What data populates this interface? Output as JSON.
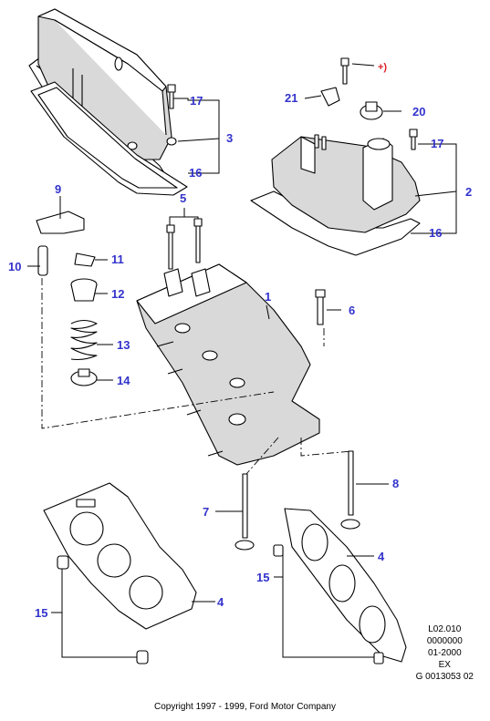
{
  "callouts": {
    "c1": "1",
    "c2": "2",
    "c3": "3",
    "c4a": "4",
    "c4b": "4",
    "c5": "5",
    "c6": "6",
    "c7": "7",
    "c8": "8",
    "c9": "9",
    "c10": "10",
    "c11": "11",
    "c12": "12",
    "c13": "13",
    "c14": "14",
    "c15a": "15",
    "c15b": "15",
    "c16a": "16",
    "c16b": "16",
    "c17a": "17",
    "c17b": "17",
    "c20": "20",
    "c21": "21",
    "plus": "+)"
  },
  "reference": {
    "line1": "L02.010",
    "line2": "0000000",
    "line3": "01-2000",
    "line4": "EX",
    "line5": "G 0013053 02"
  },
  "copyright": "Copyright 1997 - 1999, Ford Motor Company",
  "colors": {
    "callout": "#3333cc",
    "plus_marker": "#e0202a",
    "line": "#000000"
  }
}
